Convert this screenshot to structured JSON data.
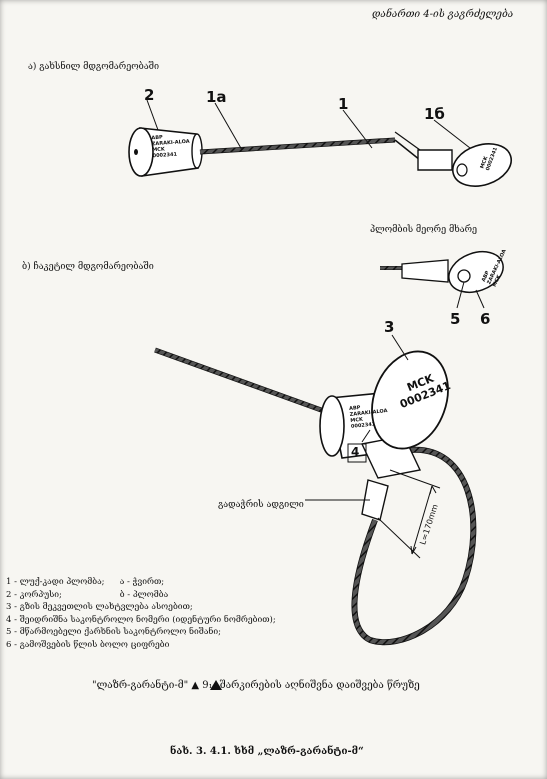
{
  "header": {
    "title": "დანართი 4-ის გაგრძელება"
  },
  "sections": {
    "a": "ა) გახსნილ მდგომარეობაში",
    "b": "ბ) ჩაკეტილ მდგომარეობაში"
  },
  "callouts": {
    "c2": "2",
    "c1a": "1a",
    "c1": "1",
    "c1b": "1б",
    "c3": "3",
    "c4": "4",
    "c5": "5",
    "c6": "6"
  },
  "label_far_side": "პლომბის მეორე მხარე",
  "label_tighten": "გადაჭრის ადგილი",
  "seal_text": {
    "small_side": [
      "ABP",
      "ZARAKI-ALOA",
      "MCK",
      "0002341"
    ],
    "small_face": [
      "MCK",
      "0002341"
    ],
    "big_face": [
      "MCK",
      "0002341"
    ],
    "body_b": [
      "ABP",
      "ZARAKI-ALOA",
      "MCK",
      "0002341"
    ],
    "far_face": [
      "ABP",
      "ZARAKI-ALOA",
      "MCK"
    ]
  },
  "dimension": "L=170mm",
  "legend": [
    {
      "n": "1",
      "text": "ლუქ-კადი პლომბა;",
      "k": "ა",
      "kt": "ჭვირთ;"
    },
    {
      "n": "2",
      "text": "კორპუსი;",
      "k": "ბ",
      "kt": "პლომბა"
    },
    {
      "n": "3",
      "text": "გზის მეკვეთლის ლახტვლება ასოებით;"
    },
    {
      "n": "4",
      "text": "შეიდრიშნა საკონტროლო ნომერი (იდენტური ნომრებით);"
    },
    {
      "n": "5",
      "text": "მწარმოებელი ქარხნის საკონტროლო ნიშანი;"
    },
    {
      "n": "6",
      "text": "გამოშვების წლის ბოლო ციფრები"
    }
  ],
  "note": "\"ლაზრ-გარანტი-მ\"  ▲ 9₁₁ შარკირების აღნიშვნა დაიშვება წრუზე",
  "caption": "ნახ. 3. 4.1. ხხმ „ლაზრ-გარანტი-მ“"
}
